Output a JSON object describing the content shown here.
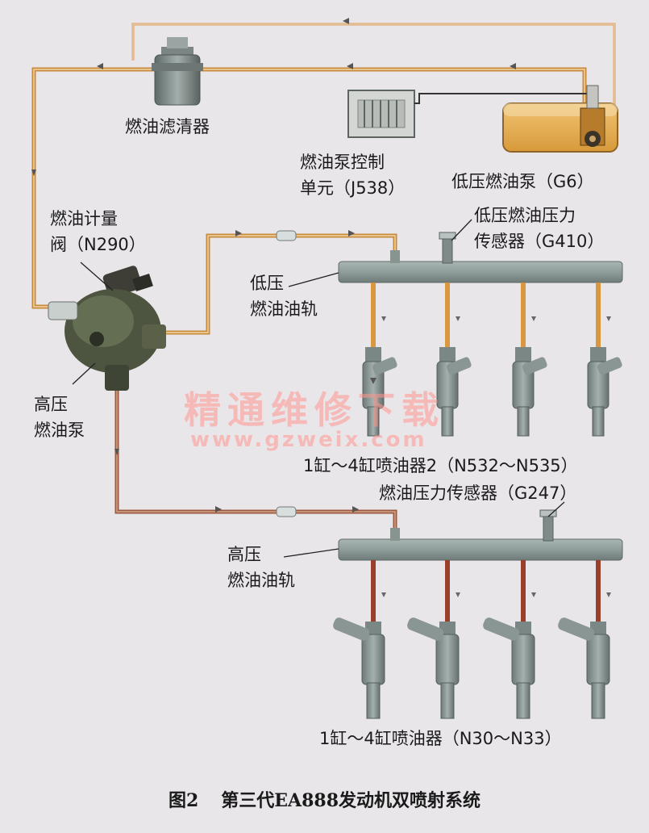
{
  "labels": {
    "fuel_filter": "燃油滤清器",
    "pump_control_l1": "燃油泵控制",
    "pump_control_l2": "单元（J538）",
    "low_pump": "低压燃油泵（G6）",
    "metering_l1": "燃油计量",
    "metering_l2": "阀（N290）",
    "low_sensor_l1": "低压燃油压力",
    "low_sensor_l2": "传感器（G410）",
    "low_rail_l1": "低压",
    "low_rail_l2": "燃油油轨",
    "hp_pump_l1": "高压",
    "hp_pump_l2": "燃油泵",
    "injectors_2": "1缸～4缸喷油器2（N532～N535）",
    "hp_sensor": "燃油压力传感器（G247）",
    "hp_rail_l1": "高压",
    "hp_rail_l2": "燃油油轨",
    "injectors_1": "1缸～4缸喷油器（N30～N33）"
  },
  "caption": {
    "figure_no": "图2",
    "title": "第三代EA888发动机双喷射系统"
  },
  "watermark": {
    "text": "精通维修下载",
    "url": "www.gzweix.com"
  },
  "colors": {
    "background": "#e9e6ea",
    "low_pressure_line": "#c88a3a",
    "high_pressure_line": "#9c5a3e",
    "rail": "#8e9c9a",
    "fuel": "#e8b049",
    "pump_body": "#4d5540"
  }
}
